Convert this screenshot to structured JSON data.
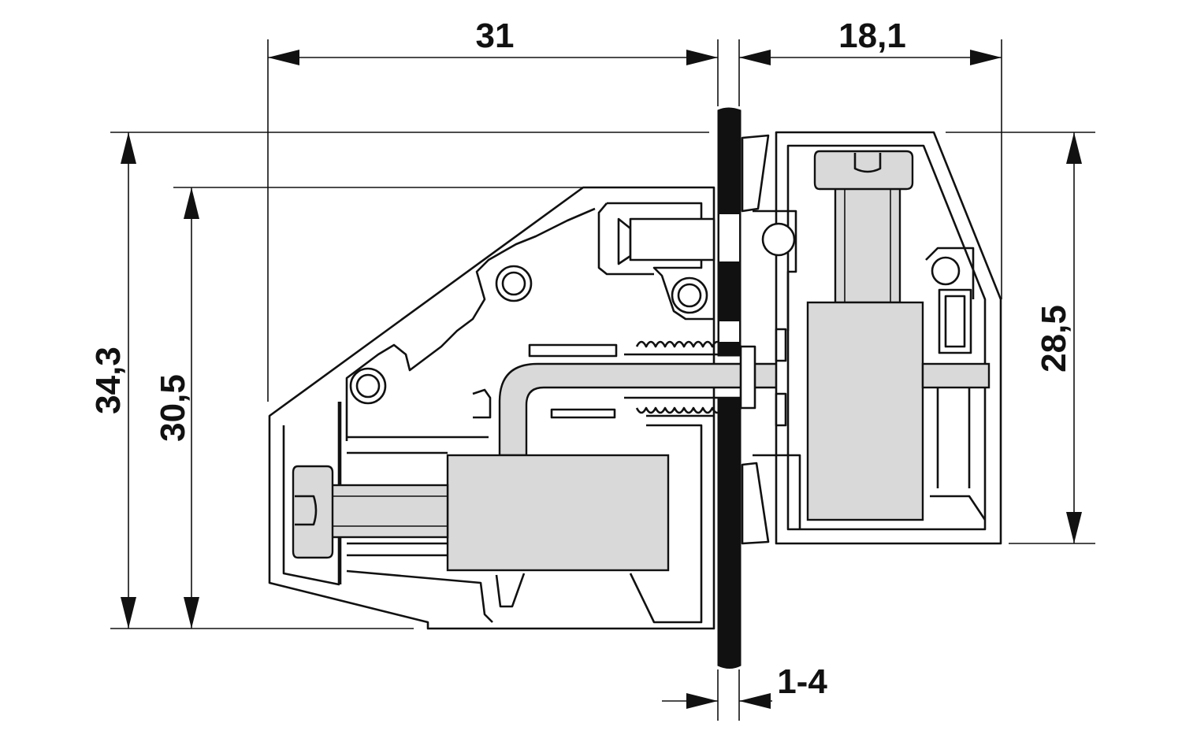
{
  "dimensions": {
    "width_left": "31",
    "width_right": "18,1",
    "height_total": "34,3",
    "height_inner": "30,5",
    "height_right": "28,5",
    "panel_thickness": "1-4"
  }
}
